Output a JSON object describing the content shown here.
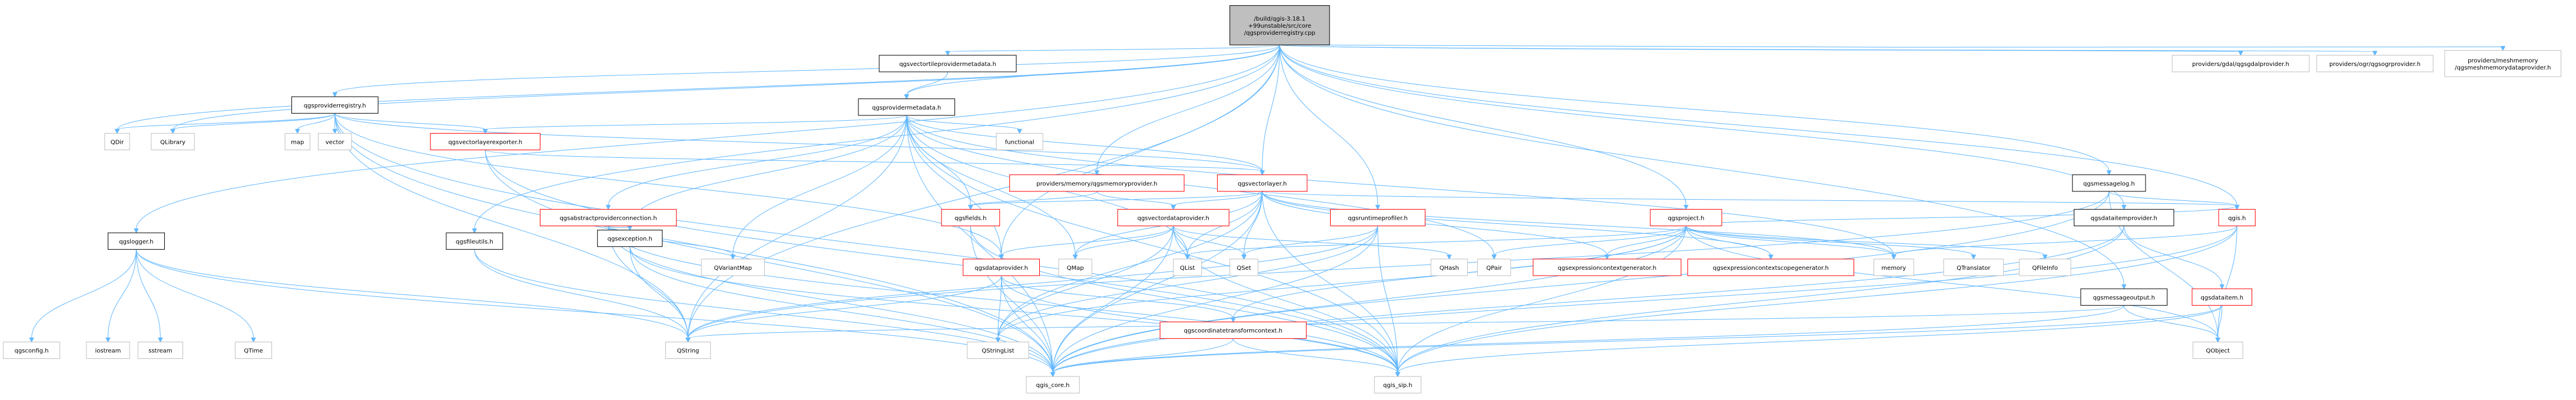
{
  "graph": {
    "title_lines": [
      "/build/qgis-3.18.1",
      "+99unstable/src/core",
      "/qgsproviderregistry.cpp"
    ],
    "colors": {
      "edge": "#63b8ff",
      "root_fill": "#bfbfbf",
      "root_border": "#000000",
      "linked_border": "#ff0000",
      "plain_border": "#bfbfbf",
      "header_border": "#000000",
      "node_fill": "#ffffff"
    },
    "nodes": [
      {
        "id": "root",
        "kind": "root",
        "lines": [
          "/build/qgis-3.18.1",
          "+99unstable/src/core",
          "/qgsproviderregistry.cpp"
        ]
      },
      {
        "id": "qgsvectortileprovidermetadata",
        "kind": "header",
        "lines": [
          "qgsvectortileprovidermetadata.h"
        ]
      },
      {
        "id": "gdalprovider",
        "kind": "plain",
        "lines": [
          "providers/gdal/qgsgdalprovider.h"
        ]
      },
      {
        "id": "ogrprovider",
        "kind": "plain",
        "lines": [
          "providers/ogr/qgsogrprovider.h"
        ]
      },
      {
        "id": "meshmemory",
        "kind": "plain",
        "lines": [
          "providers/meshmemory",
          "/qgsmeshmemorydataprovider.h"
        ]
      },
      {
        "id": "qgsproviderregistry",
        "kind": "header",
        "lines": [
          "qgsproviderregistry.h"
        ]
      },
      {
        "id": "qgsprovidermetadata",
        "kind": "header",
        "lines": [
          "qgsprovidermetadata.h"
        ]
      },
      {
        "id": "memoryprovider",
        "kind": "linked",
        "lines": [
          "providers/memory/qgsmemoryprovider.h"
        ]
      },
      {
        "id": "qgsmessagelog",
        "kind": "header",
        "lines": [
          "qgsmessagelog.h"
        ]
      },
      {
        "id": "qdir",
        "kind": "plain",
        "lines": [
          "QDir"
        ]
      },
      {
        "id": "qlibrary",
        "kind": "plain",
        "lines": [
          "QLibrary"
        ]
      },
      {
        "id": "map",
        "kind": "plain",
        "lines": [
          "map"
        ]
      },
      {
        "id": "vector",
        "kind": "plain",
        "lines": [
          "vector"
        ]
      },
      {
        "id": "qgsvectorlayerexporter",
        "kind": "linked",
        "lines": [
          "qgsvectorlayerexporter.h"
        ]
      },
      {
        "id": "functional",
        "kind": "plain",
        "lines": [
          "functional"
        ]
      },
      {
        "id": "qgsvectorlayer",
        "kind": "linked",
        "lines": [
          "qgsvectorlayer.h"
        ]
      },
      {
        "id": "qgsabstractproviderconnection",
        "kind": "linked",
        "lines": [
          "qgsabstractproviderconnection.h"
        ]
      },
      {
        "id": "qgsfields",
        "kind": "linked",
        "lines": [
          "qgsfields.h"
        ]
      },
      {
        "id": "qgsvectordataprovider",
        "kind": "linked",
        "lines": [
          "qgsvectordataprovider.h"
        ]
      },
      {
        "id": "qgsruntimeprofiler",
        "kind": "linked",
        "lines": [
          "qgsruntimeprofiler.h"
        ]
      },
      {
        "id": "qgsproject",
        "kind": "linked",
        "lines": [
          "qgsproject.h"
        ]
      },
      {
        "id": "qgsdataitemprovider",
        "kind": "header",
        "lines": [
          "qgsdataitemprovider.h"
        ]
      },
      {
        "id": "qgis",
        "kind": "linked",
        "lines": [
          "qgis.h"
        ]
      },
      {
        "id": "qgslogger",
        "kind": "header",
        "lines": [
          "qgslogger.h"
        ]
      },
      {
        "id": "qgsfileutils",
        "kind": "header",
        "lines": [
          "qgsfileutils.h"
        ]
      },
      {
        "id": "qgsexception",
        "kind": "header",
        "lines": [
          "qgsexception.h"
        ]
      },
      {
        "id": "qvariantmap",
        "kind": "plain",
        "lines": [
          "QVariantMap"
        ]
      },
      {
        "id": "qgsdataprovider",
        "kind": "linked",
        "lines": [
          "qgsdataprovider.h"
        ]
      },
      {
        "id": "qmap",
        "kind": "plain",
        "lines": [
          "QMap"
        ]
      },
      {
        "id": "qlist",
        "kind": "plain",
        "lines": [
          "QList"
        ]
      },
      {
        "id": "qset",
        "kind": "plain",
        "lines": [
          "QSet"
        ]
      },
      {
        "id": "qhash",
        "kind": "plain",
        "lines": [
          "QHash"
        ]
      },
      {
        "id": "qpair",
        "kind": "plain",
        "lines": [
          "QPair"
        ]
      },
      {
        "id": "qgsexpressioncontextgenerator",
        "kind": "linked",
        "lines": [
          "qgsexpressioncontextgenerator.h"
        ]
      },
      {
        "id": "qgsexpressioncontextscopegenerator",
        "kind": "linked",
        "lines": [
          "qgsexpressioncontextscopegenerator.h"
        ]
      },
      {
        "id": "memory",
        "kind": "plain",
        "lines": [
          "memory"
        ]
      },
      {
        "id": "qtranslator",
        "kind": "plain",
        "lines": [
          "QTranslator"
        ]
      },
      {
        "id": "qfileinfo",
        "kind": "plain",
        "lines": [
          "QFileInfo"
        ]
      },
      {
        "id": "qgsmessageoutput",
        "kind": "header",
        "lines": [
          "qgsmessageoutput.h"
        ]
      },
      {
        "id": "qgsdataitem",
        "kind": "linked",
        "lines": [
          "qgsdataitem.h"
        ]
      },
      {
        "id": "qobject",
        "kind": "plain",
        "lines": [
          "QObject"
        ]
      },
      {
        "id": "qgsconfig",
        "kind": "plain",
        "lines": [
          "qgsconfig.h"
        ]
      },
      {
        "id": "iostream",
        "kind": "plain",
        "lines": [
          "iostream"
        ]
      },
      {
        "id": "sstream",
        "kind": "plain",
        "lines": [
          "sstream"
        ]
      },
      {
        "id": "qtime",
        "kind": "plain",
        "lines": [
          "QTime"
        ]
      },
      {
        "id": "qstring",
        "kind": "plain",
        "lines": [
          "QString"
        ]
      },
      {
        "id": "qstringlist",
        "kind": "plain",
        "lines": [
          "QStringList"
        ]
      },
      {
        "id": "qgscoordinatetransformcontext",
        "kind": "linked",
        "lines": [
          "qgscoordinatetransformcontext.h"
        ]
      },
      {
        "id": "qgis_core",
        "kind": "plain",
        "lines": [
          "qgis_core.h"
        ]
      },
      {
        "id": "qgis_sip",
        "kind": "plain",
        "lines": [
          "qgis_sip.h"
        ]
      }
    ],
    "edges": [
      [
        "root",
        "qgsvectortileprovidermetadata"
      ],
      [
        "root",
        "gdalprovider"
      ],
      [
        "root",
        "ogrprovider"
      ],
      [
        "root",
        "meshmemory"
      ],
      [
        "root",
        "qgsproviderregistry"
      ],
      [
        "root",
        "qgsprovidermetadata"
      ],
      [
        "root",
        "memoryprovider"
      ],
      [
        "root",
        "qgsmessagelog"
      ],
      [
        "root",
        "qdir"
      ],
      [
        "root",
        "qlibrary"
      ],
      [
        "root",
        "qgsvectorlayer"
      ],
      [
        "root",
        "qgsruntimeprofiler"
      ],
      [
        "root",
        "qgsproject"
      ],
      [
        "root",
        "qgsdataitemprovider"
      ],
      [
        "root",
        "qgis"
      ],
      [
        "root",
        "qgslogger"
      ],
      [
        "root",
        "qgsfileutils"
      ],
      [
        "root",
        "qstring"
      ],
      [
        "root",
        "qgsmessageoutput"
      ],
      [
        "root",
        "qgsdataprovider"
      ],
      [
        "qgsvectortileprovidermetadata",
        "qgsprovidermetadata"
      ],
      [
        "qgsproviderregistry",
        "qdir"
      ],
      [
        "qgsproviderregistry",
        "qlibrary"
      ],
      [
        "qgsproviderregistry",
        "map"
      ],
      [
        "qgsproviderregistry",
        "vector"
      ],
      [
        "qgsproviderregistry",
        "qgsvectorlayerexporter"
      ],
      [
        "qgsproviderregistry",
        "qgis_core"
      ],
      [
        "qgsproviderregistry",
        "qgis_sip"
      ],
      [
        "qgsproviderregistry",
        "qgsdataprovider"
      ],
      [
        "qgsproviderregistry",
        "qstring"
      ],
      [
        "qgsproviderregistry",
        "qgsvectorlayer"
      ],
      [
        "qgsprovidermetadata",
        "qgsvectorlayerexporter"
      ],
      [
        "qgsprovidermetadata",
        "functional"
      ],
      [
        "qgsprovidermetadata",
        "qgsvectorlayer"
      ],
      [
        "qgsprovidermetadata",
        "qgsabstractproviderconnection"
      ],
      [
        "qgsprovidermetadata",
        "qgsfields"
      ],
      [
        "qgsprovidermetadata",
        "qgsexception"
      ],
      [
        "qgsprovidermetadata",
        "qvariantmap"
      ],
      [
        "qgsprovidermetadata",
        "qgsdataprovider"
      ],
      [
        "qgsprovidermetadata",
        "qmap"
      ],
      [
        "qgsprovidermetadata",
        "qlist"
      ],
      [
        "qgsprovidermetadata",
        "qpair"
      ],
      [
        "qgsprovidermetadata",
        "memory"
      ],
      [
        "qgsprovidermetadata",
        "qstring"
      ],
      [
        "qgsprovidermetadata",
        "qgis_core"
      ],
      [
        "qgsprovidermetadata",
        "qgis_sip"
      ],
      [
        "qgsvectorlayerexporter",
        "qgsvectorlayer"
      ],
      [
        "qgsvectorlayerexporter",
        "qgis_core"
      ],
      [
        "qgsvectorlayerexporter",
        "qgis_sip"
      ],
      [
        "memoryprovider",
        "qgsvectordataprovider"
      ],
      [
        "memoryprovider",
        "qgsfields"
      ],
      [
        "qgsvectorlayer",
        "qgis"
      ],
      [
        "qgsvectorlayer",
        "qgsvectordataprovider"
      ],
      [
        "qgsvectorlayer",
        "qgsfields"
      ],
      [
        "qgsvectorlayer",
        "qmap"
      ],
      [
        "qgsvectorlayer",
        "qset"
      ],
      [
        "qgsvectorlayer",
        "qlist"
      ],
      [
        "qgsvectorlayer",
        "memory"
      ],
      [
        "qgsvectorlayer",
        "qgsexpressioncontextgenerator"
      ],
      [
        "qgsvectorlayer",
        "qgsexpressioncontextscopegenerator"
      ],
      [
        "qgsvectorlayer",
        "qgis_core"
      ],
      [
        "qgsvectorlayer",
        "qgis_sip"
      ],
      [
        "qgsvectorlayer",
        "qstringlist"
      ],
      [
        "qgsabstractproviderconnection",
        "qgsexception"
      ],
      [
        "qgsabstractproviderconnection",
        "qvariantmap"
      ],
      [
        "qgsabstractproviderconnection",
        "qstring"
      ],
      [
        "qgsabstractproviderconnection",
        "qgis_core"
      ],
      [
        "qgsabstractproviderconnection",
        "qgis_sip"
      ],
      [
        "qgsfields",
        "qgis_core"
      ],
      [
        "qgsfields",
        "qgis_sip"
      ],
      [
        "qgsvectordataprovider",
        "qgsdataprovider"
      ],
      [
        "qgsvectordataprovider",
        "qset"
      ],
      [
        "qgsvectordataprovider",
        "qlist"
      ],
      [
        "qgsvectordataprovider",
        "qmap"
      ],
      [
        "qgsvectordataprovider",
        "qhash"
      ],
      [
        "qgsvectordataprovider",
        "qgis_core"
      ],
      [
        "qgsvectordataprovider",
        "qgis_sip"
      ],
      [
        "qgsvectordataprovider",
        "qstringlist"
      ],
      [
        "qgsruntimeprofiler",
        "qgis_core"
      ],
      [
        "qgsruntimeprofiler",
        "qgis_sip"
      ],
      [
        "qgsruntimeprofiler",
        "qstring"
      ],
      [
        "qgsruntimeprofiler",
        "qset"
      ],
      [
        "qgsruntimeprofiler",
        "qstringlist"
      ],
      [
        "qgsproject",
        "qgis"
      ],
      [
        "qgsproject",
        "qgsexpressioncontextgenerator"
      ],
      [
        "qgsproject",
        "qgsexpressioncontextscopegenerator"
      ],
      [
        "qgsproject",
        "memory"
      ],
      [
        "qgsproject",
        "qtranslator"
      ],
      [
        "qgsproject",
        "qfileinfo"
      ],
      [
        "qgsproject",
        "qobject"
      ],
      [
        "qgsproject",
        "qpair"
      ],
      [
        "qgsproject",
        "qgis_core"
      ],
      [
        "qgsproject",
        "qgis_sip"
      ],
      [
        "qgsproject",
        "qstringlist"
      ],
      [
        "qgsproject",
        "qgscoordinatetransformcontext"
      ],
      [
        "qgsproject",
        "qlist"
      ],
      [
        "qgsdataitemprovider",
        "qgsdataitem"
      ],
      [
        "qgsdataitemprovider",
        "qgis_core"
      ],
      [
        "qgsdataitemprovider",
        "qgis_sip"
      ],
      [
        "qgsmessagelog",
        "qgis"
      ],
      [
        "qgsmessagelog",
        "qgis_core"
      ],
      [
        "qgsmessagelog",
        "qobject"
      ],
      [
        "qgsmessagelog",
        "qstring"
      ],
      [
        "qgis",
        "qgis_core"
      ],
      [
        "qgis",
        "qgis_sip"
      ],
      [
        "qgis",
        "memory"
      ],
      [
        "qgis",
        "qobject"
      ],
      [
        "qgslogger",
        "qgsconfig"
      ],
      [
        "qgslogger",
        "iostream"
      ],
      [
        "qgslogger",
        "sstream"
      ],
      [
        "qgslogger",
        "qtime"
      ],
      [
        "qgslogger",
        "qstring"
      ],
      [
        "qgslogger",
        "qgis_core"
      ],
      [
        "qgsfileutils",
        "qgis_core"
      ],
      [
        "qgsfileutils",
        "qstring"
      ],
      [
        "qgsexception",
        "qgis_core"
      ],
      [
        "qgsexception",
        "qstring"
      ],
      [
        "qgsexception",
        "qgis_sip"
      ],
      [
        "qgsdataprovider",
        "qgis_core"
      ],
      [
        "qgsdataprovider",
        "qgis_sip"
      ],
      [
        "qgsdataprovider",
        "qstringlist"
      ],
      [
        "qgsdataprovider",
        "qgscoordinatetransformcontext"
      ],
      [
        "qgsdataprovider",
        "qstring"
      ],
      [
        "qgsmessageoutput",
        "qgis_core"
      ],
      [
        "qgsmessageoutput",
        "qobject"
      ],
      [
        "qgsmessageoutput",
        "qstring"
      ],
      [
        "qgsdataitem",
        "qgis_core"
      ],
      [
        "qgsdataitem",
        "qgis_sip"
      ],
      [
        "qgsdataitem",
        "qobject"
      ],
      [
        "qgscoordinatetransformcontext",
        "qgis_core"
      ],
      [
        "qgscoordinatetransformcontext",
        "qgis_sip"
      ]
    ]
  }
}
